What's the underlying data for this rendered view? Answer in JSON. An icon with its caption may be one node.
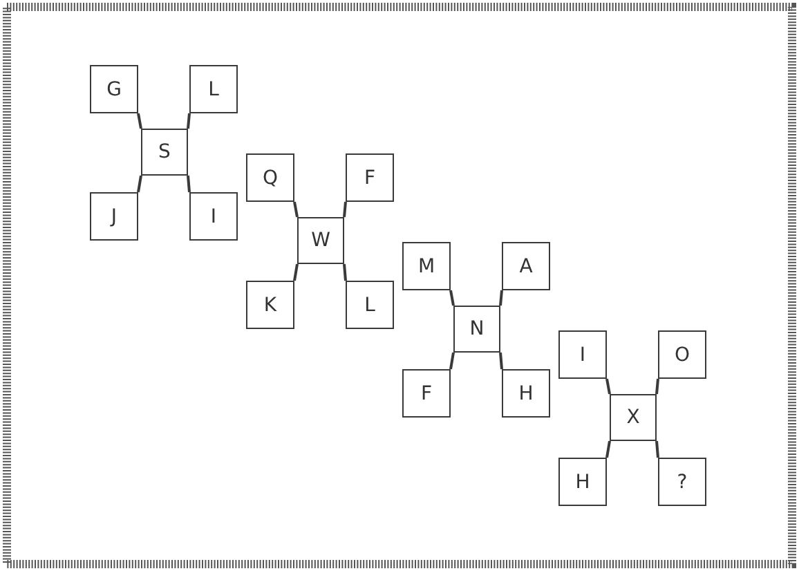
{
  "diagram": {
    "nodes": [
      {
        "text": [
          "G"
        ]
      },
      {
        "text": [
          "L"
        ]
      },
      {
        "text": [
          "S"
        ]
      },
      {
        "text": [
          "J"
        ]
      },
      {
        "text": [
          "I"
        ]
      },
      {
        "text": [
          "Q"
        ]
      },
      {
        "text": [
          "F"
        ]
      },
      {
        "text": [
          "W"
        ]
      },
      {
        "text": [
          "K"
        ]
      },
      {
        "text": [
          "L"
        ]
      },
      {
        "text": [
          "M"
        ]
      },
      {
        "text": [
          "A"
        ]
      },
      {
        "text": [
          "N"
        ]
      },
      {
        "text": [
          "F"
        ]
      },
      {
        "text": [
          "H"
        ]
      },
      {
        "text": [
          "I"
        ]
      },
      {
        "text": [
          "O"
        ]
      },
      {
        "text": [
          "X"
        ]
      },
      {
        "text": [
          "H"
        ]
      },
      {
        "text": [
          "?"
        ]
      }
    ],
    "edges": [
      {
        "from": 2,
        "to": 0,
        "arrow": "none"
      },
      {
        "from": 2,
        "to": 1,
        "arrow": "none"
      },
      {
        "from": 2,
        "to": 3,
        "arrow": "none"
      },
      {
        "from": 2,
        "to": 4,
        "arrow": "none"
      },
      {
        "from": 7,
        "to": 5,
        "arrow": "none"
      },
      {
        "from": 7,
        "to": 6,
        "arrow": "none"
      },
      {
        "from": 7,
        "to": 8,
        "arrow": "none"
      },
      {
        "from": 7,
        "to": 9,
        "arrow": "none"
      },
      {
        "from": 12,
        "to": 10,
        "arrow": "none"
      },
      {
        "from": 12,
        "to": 11,
        "arrow": "none"
      },
      {
        "from": 12,
        "to": 13,
        "arrow": "none"
      },
      {
        "from": 12,
        "to": 14,
        "arrow": "none"
      },
      {
        "from": 17,
        "to": 15,
        "arrow": "none"
      },
      {
        "from": 17,
        "to": 16,
        "arrow": "none"
      },
      {
        "from": 17,
        "to": 18,
        "arrow": "none"
      },
      {
        "from": 17,
        "to": 19,
        "arrow": "none"
      }
    ]
  }
}
